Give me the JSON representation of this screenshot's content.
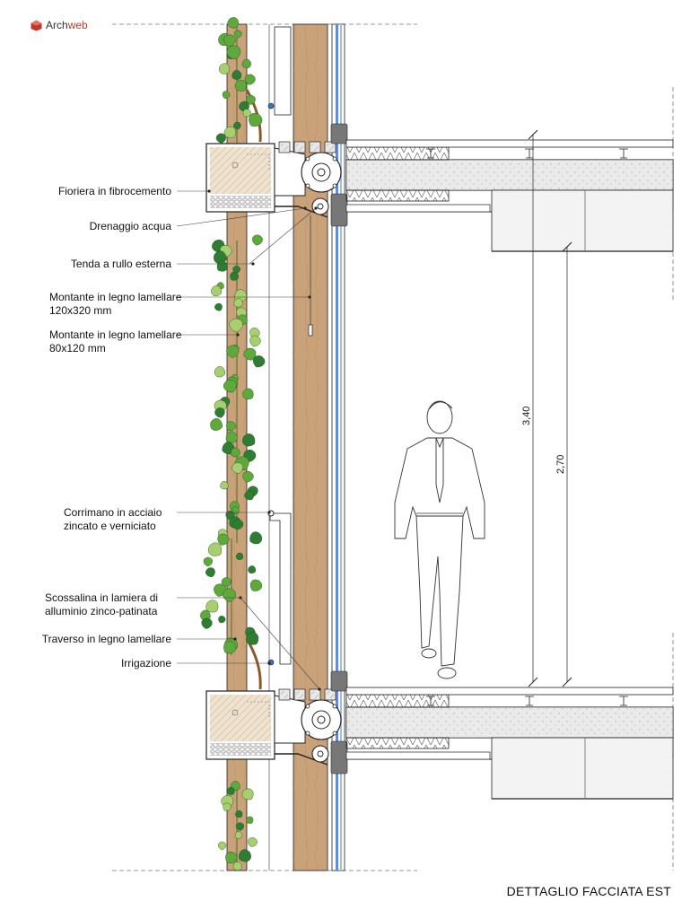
{
  "brand": {
    "name_prefix": "Arch",
    "name_suffix": "web"
  },
  "title": "DETTAGLIO FACCIATA EST",
  "labels": [
    {
      "id": "fioriera",
      "lines": [
        "Fioriera in fibrocemento"
      ]
    },
    {
      "id": "drenaggio",
      "lines": [
        "Drenaggio acqua"
      ]
    },
    {
      "id": "tenda",
      "lines": [
        "Tenda a rullo esterna"
      ]
    },
    {
      "id": "montante1",
      "lines": [
        "Montante in legno lamellare",
        "120x320 mm"
      ]
    },
    {
      "id": "montante2",
      "lines": [
        "Montante in legno lamellare",
        "80x120 mm"
      ]
    },
    {
      "id": "corrimano",
      "lines": [
        "Corrimano in acciaio",
        "zincato e verniciato"
      ]
    },
    {
      "id": "scossalina",
      "lines": [
        "Scossalina in lamiera di",
        "alluminio zinco-patinata"
      ]
    },
    {
      "id": "traverso",
      "lines": [
        "Traverso in legno lamellare"
      ]
    },
    {
      "id": "irrigazione",
      "lines": [
        "Irrigazione"
      ]
    }
  ],
  "dimensions": [
    {
      "id": "height_floor",
      "text": "3,40"
    },
    {
      "id": "height_room",
      "text": "2,70"
    }
  ],
  "colors": {
    "wood": "#c9a27a",
    "wood_dark": "#b68b5f",
    "glass": "#5b8ee6",
    "concrete": "#d9d9d9",
    "concrete_dark": "#a8a8a8",
    "leaf_dark": "#2e7d32",
    "leaf_mid": "#5fa83c",
    "leaf_light": "#a8cf6f",
    "line": "#222222"
  },
  "icons": [
    "archweb-logo-icon"
  ]
}
